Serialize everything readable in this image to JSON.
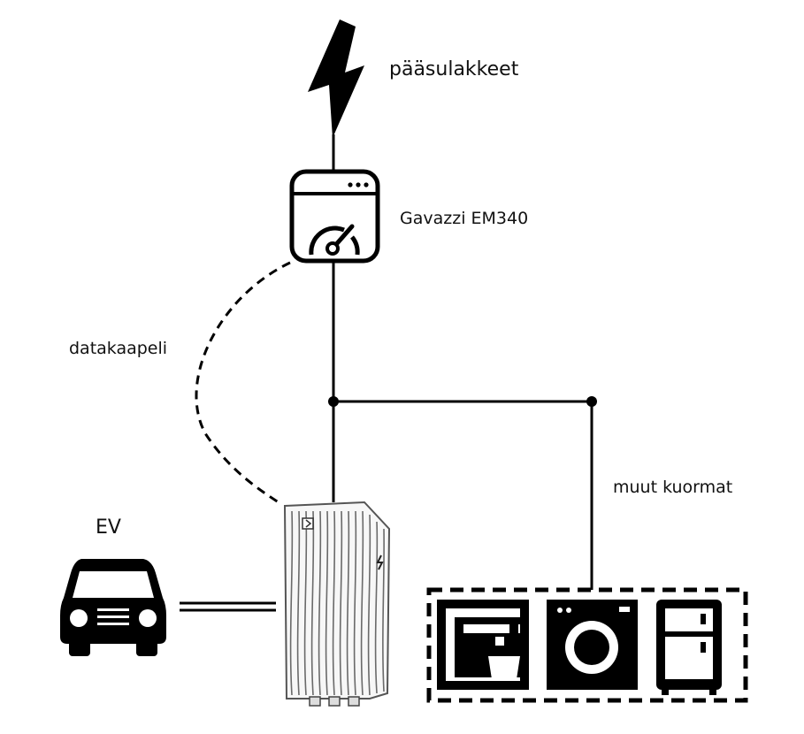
{
  "labels": {
    "main_fuses": "pääsulakkeet",
    "meter": "Gavazzi EM340",
    "data_cable": "datakaapeli",
    "other_loads": "muut kuormat",
    "ev": "EV"
  },
  "icons": {
    "power_source": "lightning-bolt-icon",
    "meter": "energy-meter-icon",
    "charger": "ev-charger-icon",
    "car": "car-icon",
    "coffee_machine": "coffee-machine-icon",
    "washing_machine": "washing-machine-icon",
    "fridge": "refrigerator-icon"
  },
  "colors": {
    "line": "#000000",
    "background": "#ffffff"
  }
}
